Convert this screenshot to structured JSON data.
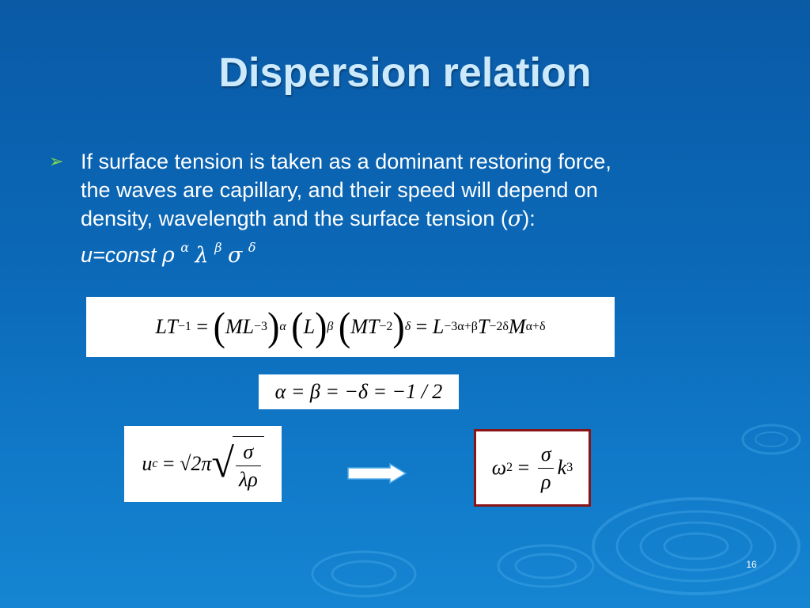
{
  "slide": {
    "title": "Dispersion relation",
    "bullet": {
      "line1": "If surface tension is taken as a dominant restoring force,",
      "line2": "the waves are capillary, and their speed  will depend on",
      "line3_prefix": "density, wavelength and the surface tension (",
      "line3_symbol": "σ",
      "line3_suffix": "):",
      "formula_prefix": "u=const ",
      "rho": "ρ",
      "alpha": "α",
      "lambda": "λ",
      "beta": "β",
      "sigma": "σ",
      "delta": "δ"
    },
    "page_number": "16"
  },
  "equations": {
    "dimensional": {
      "lhs": "LT",
      "lhs_exp": "−1",
      "eq": "=",
      "f1": "ML",
      "f1_exp": "−3",
      "f1_pow": "α",
      "f2": "L",
      "f2_pow": "β",
      "f3": "MT",
      "f3_exp": "−2",
      "f3_pow": "δ",
      "eq2": "=",
      "r1": "L",
      "r1_exp": "−3α+β",
      "r2": "T",
      "r2_exp": "−2δ",
      "r3": "M",
      "r3_exp": "α+δ"
    },
    "exponents": "α = β = −δ = −1 / 2",
    "speed": {
      "u": "u",
      "u_sub": "c",
      "eq": "=",
      "coef": "√2π",
      "num": "σ",
      "den": "λρ"
    },
    "dispersion": {
      "omega": "ω",
      "omega_exp": "2",
      "eq": "=",
      "num": "σ",
      "den": "ρ",
      "k": "k",
      "k_exp": "3"
    }
  },
  "colors": {
    "title": "#cdeafc",
    "bullet_arrow": "#7fd84a",
    "highlight_border": "#8a1418"
  }
}
